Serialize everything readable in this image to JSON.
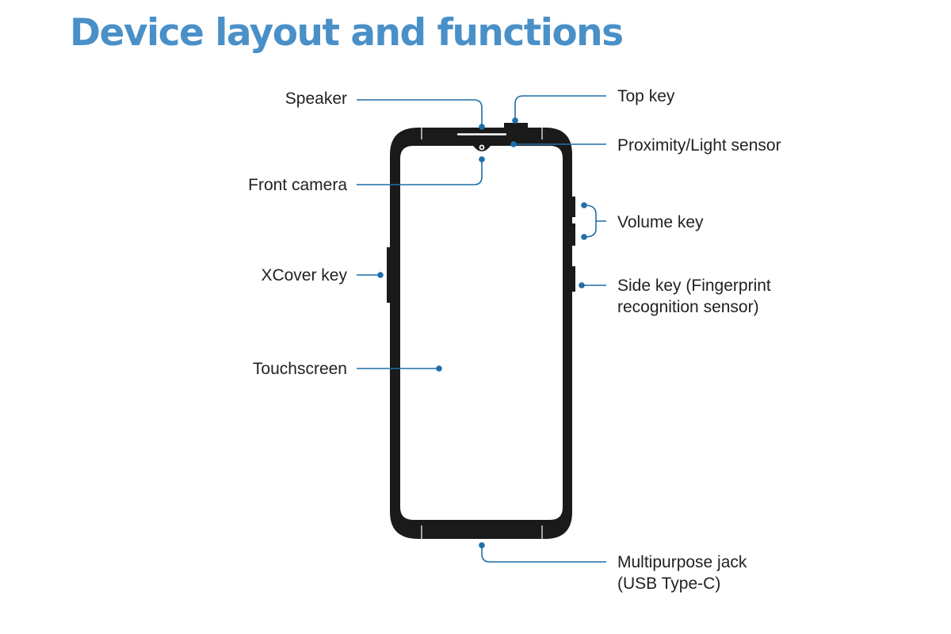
{
  "title": "Device layout and functions",
  "colors": {
    "title": "#4a90c8",
    "leader": "#1f6ea8",
    "device": "#1a1a1a",
    "text": "#231f20"
  },
  "labels": {
    "speaker": "Speaker",
    "front_camera": "Front camera",
    "xcover_key": "XCover key",
    "touchscreen": "Touchscreen",
    "top_key": "Top key",
    "proximity_light_sensor": "Proximity/Light sensor",
    "volume_key": "Volume key",
    "side_key": [
      "Side key (Fingerprint",
      "recognition sensor)"
    ],
    "multipurpose_jack": [
      "Multipurpose jack",
      "(USB Type-C)"
    ]
  }
}
